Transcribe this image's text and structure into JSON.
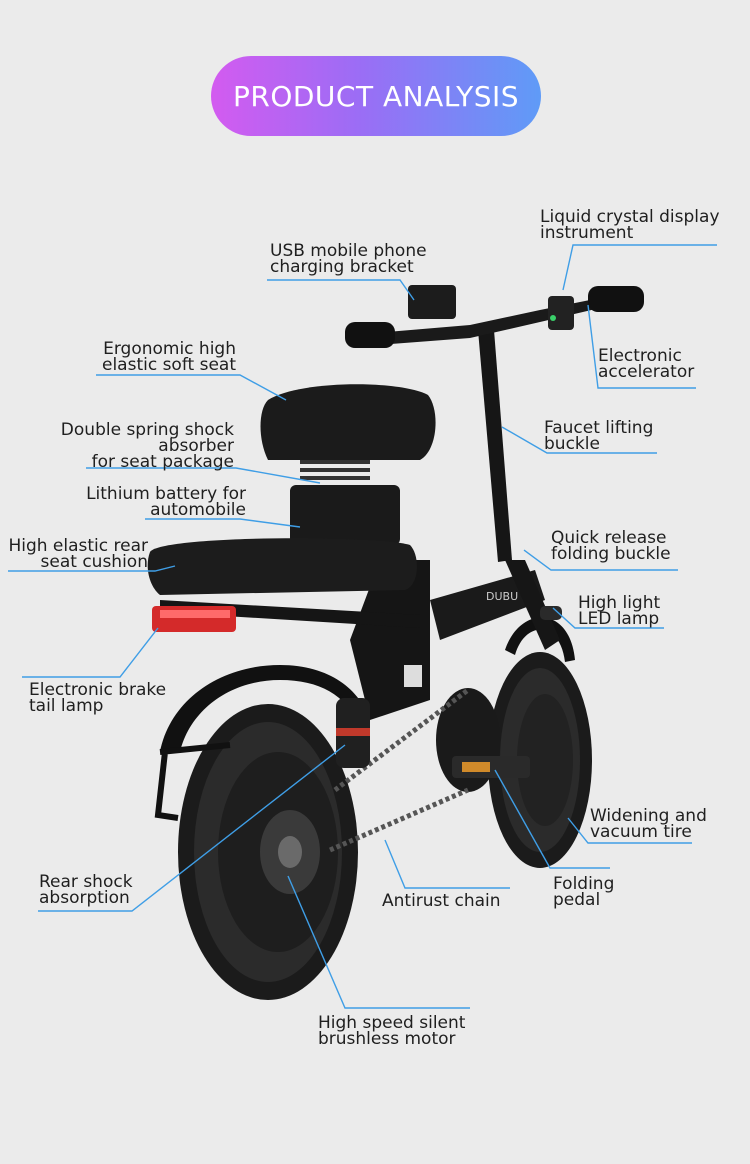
{
  "title": "PRODUCT ANALYSIS",
  "colors": {
    "line": "#3f9ee6",
    "text": "#1f1f1f",
    "pill_start": "#d35bf0",
    "pill_end": "#5f9bf7",
    "background": "#ebebeb"
  },
  "bike": {
    "brand_text": "DUBU"
  },
  "callouts": {
    "lcd": {
      "line1": "Liquid crystal display",
      "line2": "instrument"
    },
    "usb": {
      "line1": "USB mobile phone",
      "line2": "charging bracket"
    },
    "seat": {
      "line1": "Ergonomic high",
      "line2": "elastic soft seat"
    },
    "accelerator": {
      "line1": "Electronic",
      "line2": "accelerator"
    },
    "spring": {
      "line1": "Double spring shock",
      "line2": "absorber",
      "line3": "for seat package"
    },
    "faucet": {
      "line1": "Faucet lifting",
      "line2": "buckle"
    },
    "battery": {
      "line1": "Lithium battery for",
      "line2": "automobile"
    },
    "rear_cushion": {
      "line1": "High elastic rear",
      "line2": "seat cushion"
    },
    "quick_release": {
      "line1": "Quick release",
      "line2": "folding buckle"
    },
    "led": {
      "line1": "High light",
      "line2": "LED lamp"
    },
    "tail_lamp": {
      "line1": "Electronic brake",
      "line2": "tail lamp"
    },
    "tire": {
      "line1": "Widening and",
      "line2": "vacuum tire"
    },
    "rear_shock": {
      "line1": "Rear shock",
      "line2": "absorption"
    },
    "chain": {
      "line1": "Antirust chain"
    },
    "pedal": {
      "line1": "Folding",
      "line2": "pedal"
    },
    "motor": {
      "line1": "High speed silent",
      "line2": "brushless motor"
    }
  }
}
